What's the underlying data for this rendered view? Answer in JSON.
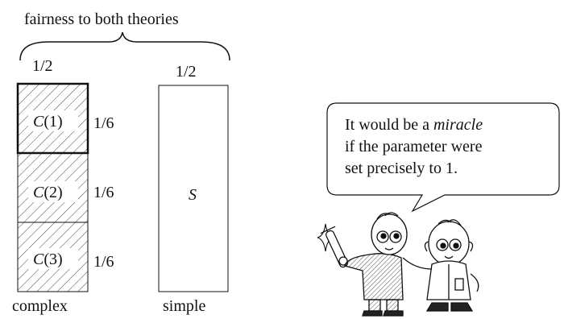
{
  "header": {
    "title": "fairness to both theories"
  },
  "complex": {
    "weight": "1/2",
    "caption": "complex",
    "boxes": [
      {
        "letter": "C",
        "index": "(1)",
        "prob": "1/6",
        "highlighted": true
      },
      {
        "letter": "C",
        "index": "(2)",
        "prob": "1/6",
        "highlighted": false
      },
      {
        "letter": "C",
        "index": "(3)",
        "prob": "1/6",
        "highlighted": false
      }
    ]
  },
  "simple": {
    "weight": "1/2",
    "letter": "S",
    "caption": "simple"
  },
  "speech": {
    "line1": "It would be a ",
    "line1_em": "miracle",
    "line2": "if the parameter were",
    "line3": "set precisely to 1."
  }
}
